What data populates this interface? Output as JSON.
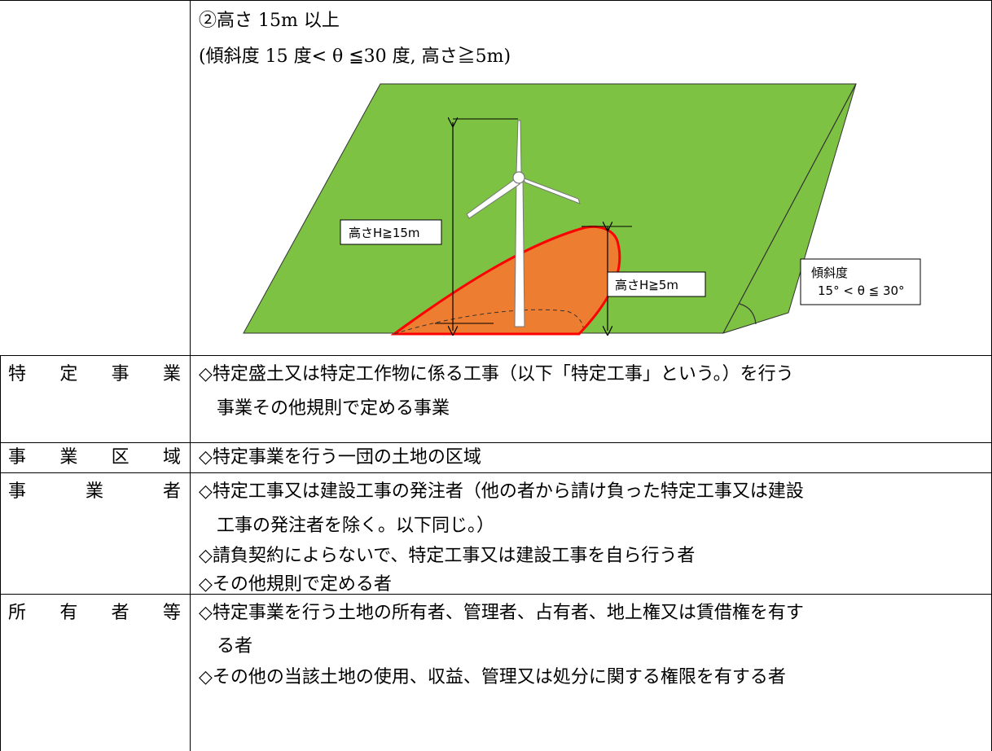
{
  "top": {
    "heading": "②高さ 15m 以上",
    "condition": "(傾斜度 15 度< θ ≦30 度, 高さ≧5m)"
  },
  "diagram": {
    "label_h15": "高さH≧15m",
    "label_h5": "高さH≧5m",
    "label_slope_title": "傾斜度",
    "label_slope_range": "15° < θ ≦ 30°",
    "colors": {
      "ground": "#7dc242",
      "fill": "#ed7d31",
      "outline": "#ff0000"
    }
  },
  "rows": [
    {
      "term_chars": [
        "特",
        "定",
        "事",
        "業"
      ],
      "lines": [
        "◇特定盛土又は特定工作物に係る工事（以下「特定工事」という。）を行う",
        "事業その他規則で定める事業"
      ]
    },
    {
      "term_chars": [
        "事",
        "業",
        "区",
        "域"
      ],
      "lines": [
        "◇特定事業を行う一団の土地の区域"
      ]
    },
    {
      "term_chars": [
        "事",
        "業",
        "者"
      ],
      "lines": [
        "◇特定工事又は建設工事の発注者（他の者から請け負った特定工事又は建設",
        "工事の発注者を除く。以下同じ。）",
        "◇請負契約によらないで、特定工事又は建設工事を自ら行う者",
        "◇その他規則で定める者"
      ]
    },
    {
      "term_chars": [
        "所",
        "有",
        "者",
        "等"
      ],
      "lines": [
        "◇特定事業を行う土地の所有者、管理者、占有者、地上権又は賃借権を有す",
        "る者",
        "◇その他の当該土地の使用、収益、管理又は処分に関する権限を有する者"
      ]
    }
  ]
}
